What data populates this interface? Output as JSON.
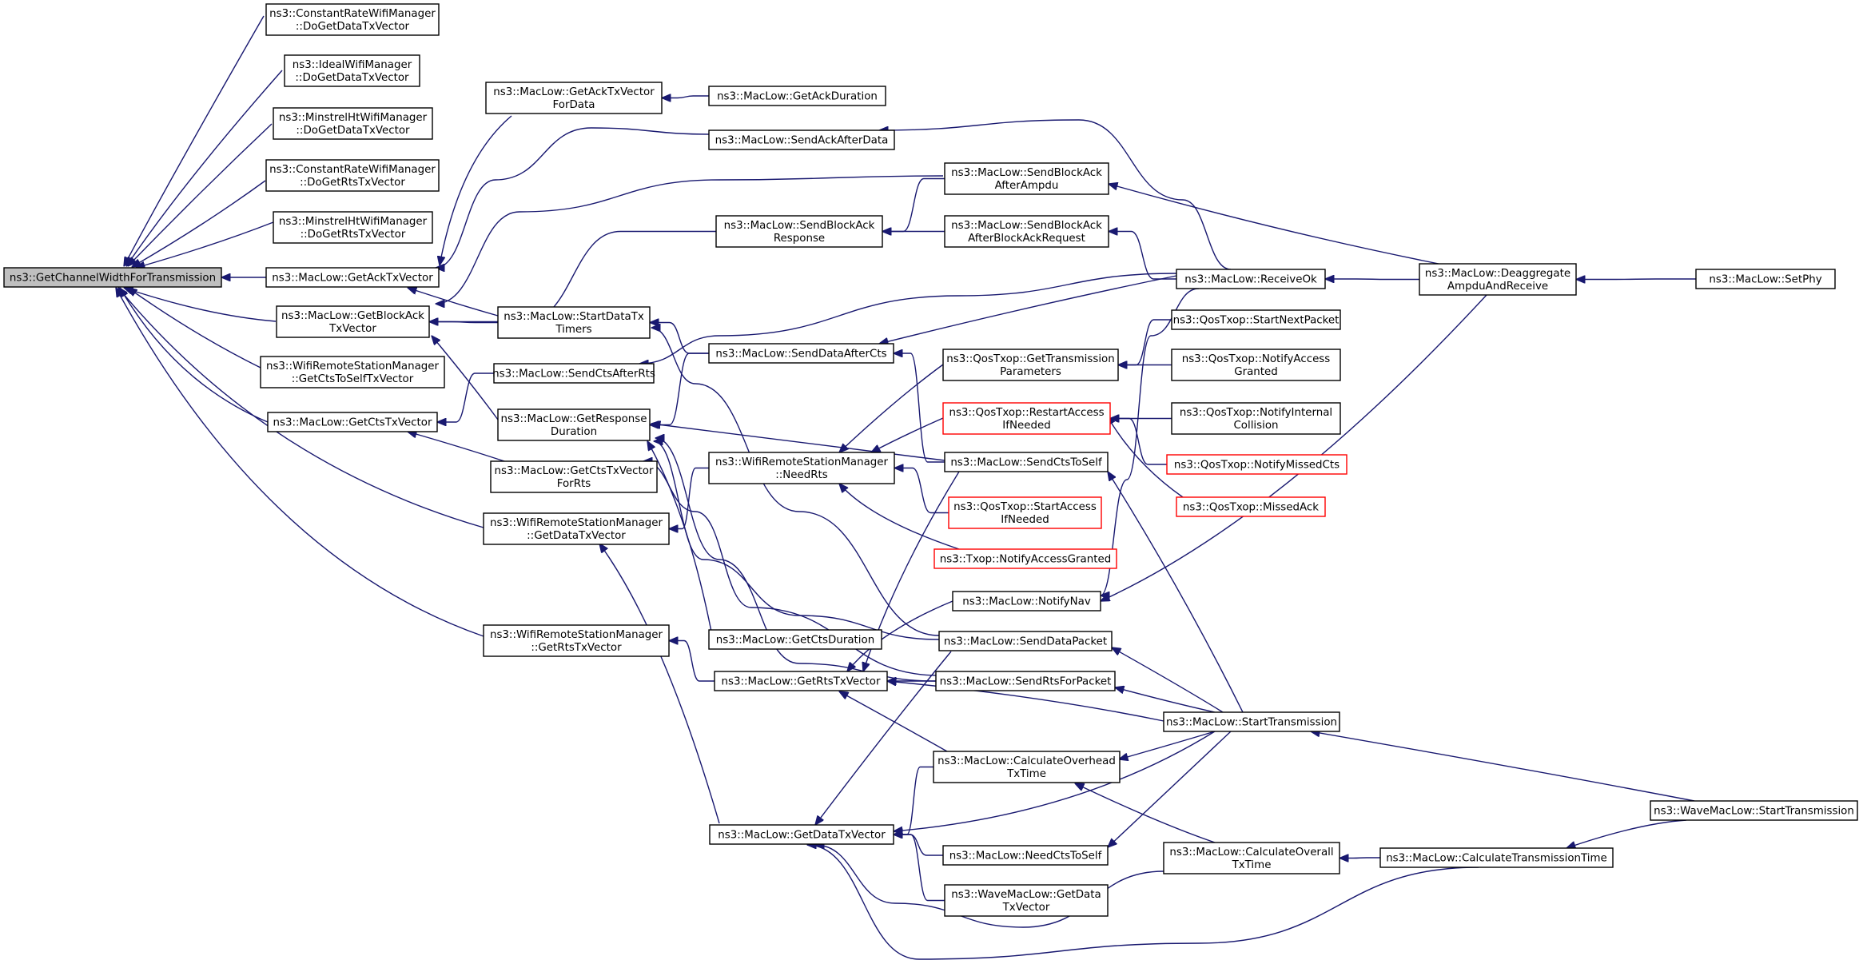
{
  "title": "",
  "colors": {
    "edge": "#191970",
    "node_border": "#000000",
    "truncated_border": "#ff0000",
    "root_fill": "#bfbfbf",
    "node_fill": "#ffffff"
  },
  "nodes": [
    {
      "id": "root",
      "lines": [
        "ns3::GetChannelWidthForTransmission"
      ]
    },
    {
      "id": "crw_data",
      "lines": [
        "ns3::ConstantRateWifiManager",
        "::DoGetDataTxVector"
      ]
    },
    {
      "id": "ideal_data",
      "lines": [
        "ns3::IdealWifiManager",
        "::DoGetDataTxVector"
      ]
    },
    {
      "id": "mht_data",
      "lines": [
        "ns3::MinstrelHtWifiManager",
        "::DoGetDataTxVector"
      ]
    },
    {
      "id": "crw_rts",
      "lines": [
        "ns3::ConstantRateWifiManager",
        "::DoGetRtsTxVector"
      ]
    },
    {
      "id": "mht_rts",
      "lines": [
        "ns3::MinstrelHtWifiManager",
        "::DoGetRtsTxVector"
      ]
    },
    {
      "id": "getack",
      "lines": [
        "ns3::MacLow::GetAckTxVector"
      ]
    },
    {
      "id": "getblockack",
      "lines": [
        "ns3::MacLow::GetBlockAck",
        "TxVector"
      ]
    },
    {
      "id": "wrsm_ctstoself",
      "lines": [
        "ns3::WifiRemoteStationManager",
        "::GetCtsToSelfTxVector"
      ]
    },
    {
      "id": "getcts",
      "lines": [
        "ns3::MacLow::GetCtsTxVector"
      ]
    },
    {
      "id": "wrsm_data",
      "lines": [
        "ns3::WifiRemoteStationManager",
        "::GetDataTxVector"
      ]
    },
    {
      "id": "wrsm_rts",
      "lines": [
        "ns3::WifiRemoteStationManager",
        "::GetRtsTxVector"
      ]
    },
    {
      "id": "getackfordata",
      "lines": [
        "ns3::MacLow::GetAckTxVector",
        "ForData"
      ]
    },
    {
      "id": "startdatatx",
      "lines": [
        "ns3::MacLow::StartDataTx",
        "Timers"
      ]
    },
    {
      "id": "sendctsafterrts",
      "lines": [
        "ns3::MacLow::SendCtsAfterRts"
      ]
    },
    {
      "id": "getresponse",
      "lines": [
        "ns3::MacLow::GetResponse",
        "Duration"
      ]
    },
    {
      "id": "getctsforrts",
      "lines": [
        "ns3::MacLow::GetCtsTxVector",
        "ForRts"
      ]
    },
    {
      "id": "getackdur",
      "lines": [
        "ns3::MacLow::GetAckDuration"
      ]
    },
    {
      "id": "sendackafterdata",
      "lines": [
        "ns3::MacLow::SendAckAfterData"
      ]
    },
    {
      "id": "sendblockackresp",
      "lines": [
        "ns3::MacLow::SendBlockAck",
        "Response"
      ]
    },
    {
      "id": "senddataaftercts",
      "lines": [
        "ns3::MacLow::SendDataAfterCts"
      ]
    },
    {
      "id": "wrsm_needrts",
      "lines": [
        "ns3::WifiRemoteStationManager",
        "::NeedRts"
      ]
    },
    {
      "id": "getctsduration",
      "lines": [
        "ns3::MacLow::GetCtsDuration"
      ]
    },
    {
      "id": "getrts",
      "lines": [
        "ns3::MacLow::GetRtsTxVector"
      ]
    },
    {
      "id": "getdata",
      "lines": [
        "ns3::MacLow::GetDataTxVector"
      ]
    },
    {
      "id": "sendbaafterampdu",
      "lines": [
        "ns3::MacLow::SendBlockAck",
        "AfterAmpdu"
      ]
    },
    {
      "id": "sendbaafterbar",
      "lines": [
        "ns3::MacLow::SendBlockAck",
        "AfterBlockAckRequest"
      ]
    },
    {
      "id": "qos_gettxparams",
      "lines": [
        "ns3::QosTxop::GetTransmission",
        "Parameters"
      ]
    },
    {
      "id": "qos_restart",
      "lines": [
        "ns3::QosTxop::RestartAccess",
        "IfNeeded"
      ],
      "truncated": true
    },
    {
      "id": "sendctstoself",
      "lines": [
        "ns3::MacLow::SendCtsToSelf"
      ]
    },
    {
      "id": "qos_startaccess",
      "lines": [
        "ns3::QosTxop::StartAccess",
        "IfNeeded"
      ],
      "truncated": true
    },
    {
      "id": "txop_notify",
      "lines": [
        "ns3::Txop::NotifyAccessGranted"
      ],
      "truncated": true
    },
    {
      "id": "notifynav",
      "lines": [
        "ns3::MacLow::NotifyNav"
      ]
    },
    {
      "id": "senddatapacket",
      "lines": [
        "ns3::MacLow::SendDataPacket"
      ]
    },
    {
      "id": "sendrtsforpacket",
      "lines": [
        "ns3::MacLow::SendRtsForPacket"
      ]
    },
    {
      "id": "calcoverhead",
      "lines": [
        "ns3::MacLow::CalculateOverhead",
        "TxTime"
      ]
    },
    {
      "id": "needctstoself",
      "lines": [
        "ns3::MacLow::NeedCtsToSelf"
      ]
    },
    {
      "id": "wave_getdata",
      "lines": [
        "ns3::WaveMacLow::GetData",
        "TxVector"
      ]
    },
    {
      "id": "receiveok",
      "lines": [
        "ns3::MacLow::ReceiveOk"
      ]
    },
    {
      "id": "qos_startnext",
      "lines": [
        "ns3::QosTxop::StartNextPacket"
      ]
    },
    {
      "id": "qos_notifyaccess",
      "lines": [
        "ns3::QosTxop::NotifyAccess",
        "Granted"
      ]
    },
    {
      "id": "qos_notifyinternal",
      "lines": [
        "ns3::QosTxop::NotifyInternal",
        "Collision"
      ]
    },
    {
      "id": "qos_missedcts",
      "lines": [
        "ns3::QosTxop::NotifyMissedCts"
      ],
      "truncated": true
    },
    {
      "id": "qos_missedack",
      "lines": [
        "ns3::QosTxop::MissedAck"
      ],
      "truncated": true
    },
    {
      "id": "starttransmission",
      "lines": [
        "ns3::MacLow::StartTransmission"
      ]
    },
    {
      "id": "calcoverall",
      "lines": [
        "ns3::MacLow::CalculateOverall",
        "TxTime"
      ]
    },
    {
      "id": "deaggregate",
      "lines": [
        "ns3::MacLow::Deaggregate",
        "AmpduAndReceive"
      ]
    },
    {
      "id": "calctxtime",
      "lines": [
        "ns3::MacLow::CalculateTransmissionTime"
      ]
    },
    {
      "id": "setphy",
      "lines": [
        "ns3::MacLow::SetPhy"
      ]
    },
    {
      "id": "wave_starttx",
      "lines": [
        "ns3::WaveMacLow::StartTransmission"
      ]
    }
  ],
  "edges": [
    [
      "crw_data",
      "root"
    ],
    [
      "ideal_data",
      "root"
    ],
    [
      "mht_data",
      "root"
    ],
    [
      "crw_rts",
      "root"
    ],
    [
      "mht_rts",
      "root"
    ],
    [
      "getack",
      "root"
    ],
    [
      "getblockack",
      "root"
    ],
    [
      "wrsm_ctstoself",
      "root"
    ],
    [
      "getcts",
      "root"
    ],
    [
      "wrsm_data",
      "root"
    ],
    [
      "wrsm_rts",
      "root"
    ],
    [
      "getackfordata",
      "getack"
    ],
    [
      "sendackafterdata",
      "getack"
    ],
    [
      "startdatatx",
      "getack"
    ],
    [
      "sendbaafterampdu",
      "getblockack"
    ],
    [
      "sendblockackresp",
      "getblockack"
    ],
    [
      "startdatatx",
      "getblockack"
    ],
    [
      "getresponse",
      "getblockack"
    ],
    [
      "sendctsafterrts",
      "getcts"
    ],
    [
      "getctsforrts",
      "getcts"
    ],
    [
      "wrsm_needrts",
      "wrsm_data"
    ],
    [
      "getdata",
      "wrsm_data"
    ],
    [
      "getrts",
      "wrsm_rts"
    ],
    [
      "getackdur",
      "getackfordata"
    ],
    [
      "receiveok",
      "sendackafterdata"
    ],
    [
      "sendbaafterampdu",
      "sendblockackresp"
    ],
    [
      "sendbaafterbar",
      "sendblockackresp"
    ],
    [
      "senddataaftercts",
      "startdatatx"
    ],
    [
      "senddatapacket",
      "startdatatx"
    ],
    [
      "receiveok",
      "sendctsafterrts"
    ],
    [
      "senddataaftercts",
      "getresponse"
    ],
    [
      "sendctstoself",
      "getresponse"
    ],
    [
      "senddatapacket",
      "getresponse"
    ],
    [
      "sendrtsforpacket",
      "getresponse"
    ],
    [
      "getctsduration",
      "getresponse"
    ],
    [
      "sendrtsforpacket",
      "getctsforrts"
    ],
    [
      "receiveok",
      "senddataaftercts"
    ],
    [
      "sendctstoself",
      "senddataaftercts"
    ],
    [
      "qos_gettxparams",
      "wrsm_needrts"
    ],
    [
      "qos_restart",
      "wrsm_needrts"
    ],
    [
      "qos_startaccess",
      "wrsm_needrts"
    ],
    [
      "txop_notify",
      "wrsm_needrts"
    ],
    [
      "notifynav",
      "getrts"
    ],
    [
      "sendrtsforpacket",
      "getrts"
    ],
    [
      "starttransmission",
      "getrts"
    ],
    [
      "calcoverhead",
      "getrts"
    ],
    [
      "sendctstoself",
      "getrts"
    ],
    [
      "calcoverhead",
      "getdata"
    ],
    [
      "needctstoself",
      "getdata"
    ],
    [
      "wave_getdata",
      "getdata"
    ],
    [
      "starttransmission",
      "getdata"
    ],
    [
      "calcoverall",
      "getdata"
    ],
    [
      "calctxtime",
      "getdata"
    ],
    [
      "senddatapacket",
      "getdata"
    ],
    [
      "deaggregate",
      "sendbaafterampdu"
    ],
    [
      "receiveok",
      "sendbaafterbar"
    ],
    [
      "qos_startnext",
      "qos_gettxparams"
    ],
    [
      "qos_notifyaccess",
      "qos_gettxparams"
    ],
    [
      "qos_notifyinternal",
      "qos_restart"
    ],
    [
      "qos_missedcts",
      "qos_restart"
    ],
    [
      "qos_missedack",
      "qos_restart"
    ],
    [
      "starttransmission",
      "sendctstoself"
    ],
    [
      "receiveok",
      "notifynav"
    ],
    [
      "deaggregate",
      "notifynav"
    ],
    [
      "starttransmission",
      "senddatapacket"
    ],
    [
      "starttransmission",
      "sendrtsforpacket"
    ],
    [
      "starttransmission",
      "calcoverhead"
    ],
    [
      "calcoverall",
      "calcoverhead"
    ],
    [
      "starttransmission",
      "needctstoself"
    ],
    [
      "deaggregate",
      "receiveok"
    ],
    [
      "setphy",
      "deaggregate"
    ],
    [
      "wave_starttx",
      "starttransmission"
    ],
    [
      "calctxtime",
      "calcoverall"
    ],
    [
      "wave_starttx",
      "calctxtime"
    ]
  ]
}
